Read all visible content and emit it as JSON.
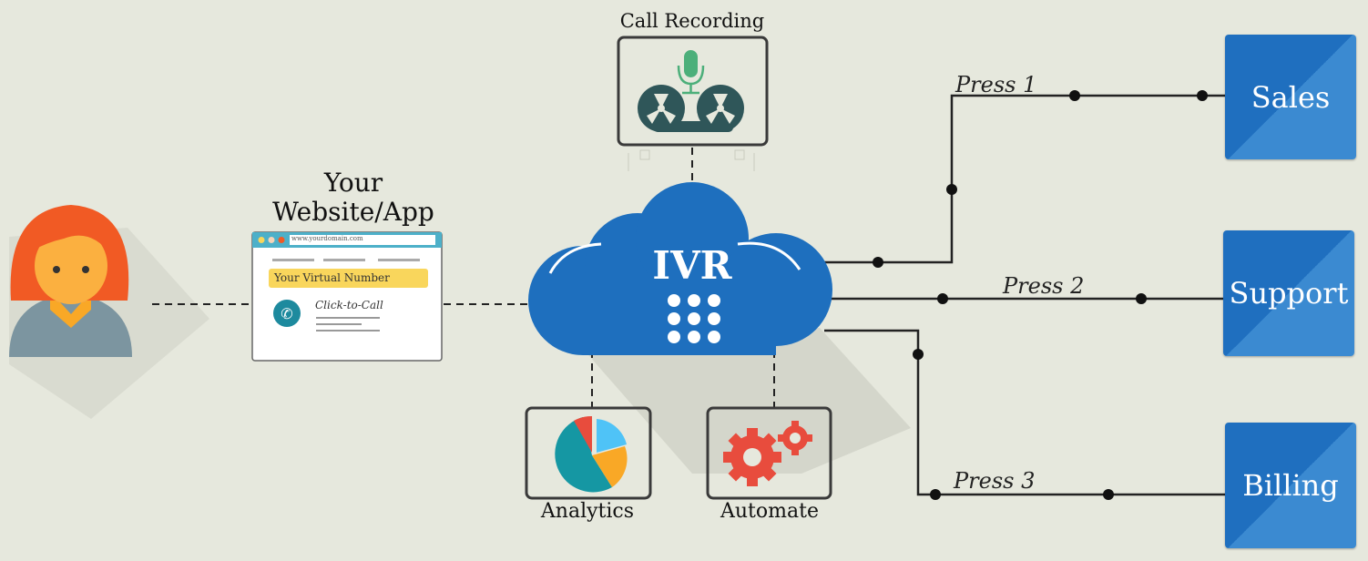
{
  "call_recording": {
    "label": "Call Recording"
  },
  "website": {
    "title_line1": "Your",
    "title_line2": "Website/App",
    "url": "www.yourdomain.com",
    "virtual_number": "Your Virtual Number",
    "click_to_call": "Click-to-Call"
  },
  "ivr": {
    "label": "IVR"
  },
  "analytics": {
    "label": "Analytics"
  },
  "automate": {
    "label": "Automate"
  },
  "routes": [
    {
      "press": "Press 1",
      "dept": "Sales"
    },
    {
      "press": "Press 2",
      "dept": "Support"
    },
    {
      "press": "Press 3",
      "dept": "Billing"
    }
  ],
  "colors": {
    "background": "#e6e8dd",
    "cloud": "#1e6fbe",
    "dept": "#1f6fbf",
    "avatar_hair": "#f05a24",
    "number_bar": "#f9d65c"
  }
}
